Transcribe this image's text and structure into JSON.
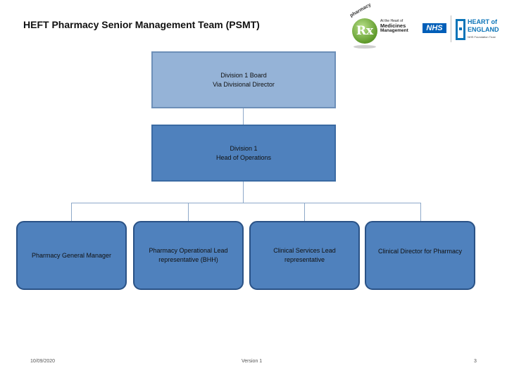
{
  "header": {
    "title": "HEFT Pharmacy Senior Management Team (PSMT)"
  },
  "logos": {
    "pharmacy": {
      "arc_text": "pharmacy",
      "symbol": "Rx",
      "line1": "At the Heart of",
      "line2": "Medicines",
      "line3": "Management",
      "color": "#5f9a2a"
    },
    "nhs": {
      "text": "NHS",
      "color": "#005eb8"
    },
    "heart_of_england": {
      "line1": "HEART of",
      "line2": "ENGLAND",
      "line3": "NHS Foundation Trust",
      "color": "#0b74b8"
    }
  },
  "org_chart": {
    "board": {
      "line1": "Division 1 Board",
      "line2": "Via Divisional Director"
    },
    "operations": {
      "line1": "Division 1",
      "line2": "Head of Operations"
    },
    "reports": [
      {
        "label": "Pharmacy General Manager"
      },
      {
        "label": "Pharmacy Operational Lead representative (BHH)"
      },
      {
        "label": "Clinical Services Lead representative"
      },
      {
        "label": "Clinical Director for Pharmacy"
      }
    ],
    "colors": {
      "board_fill": "#95b3d7",
      "box_fill": "#4f81bd",
      "connector": "#8ea9c9"
    }
  },
  "footer": {
    "date": "10/09/2020",
    "version": "Version 1",
    "page": "3"
  }
}
